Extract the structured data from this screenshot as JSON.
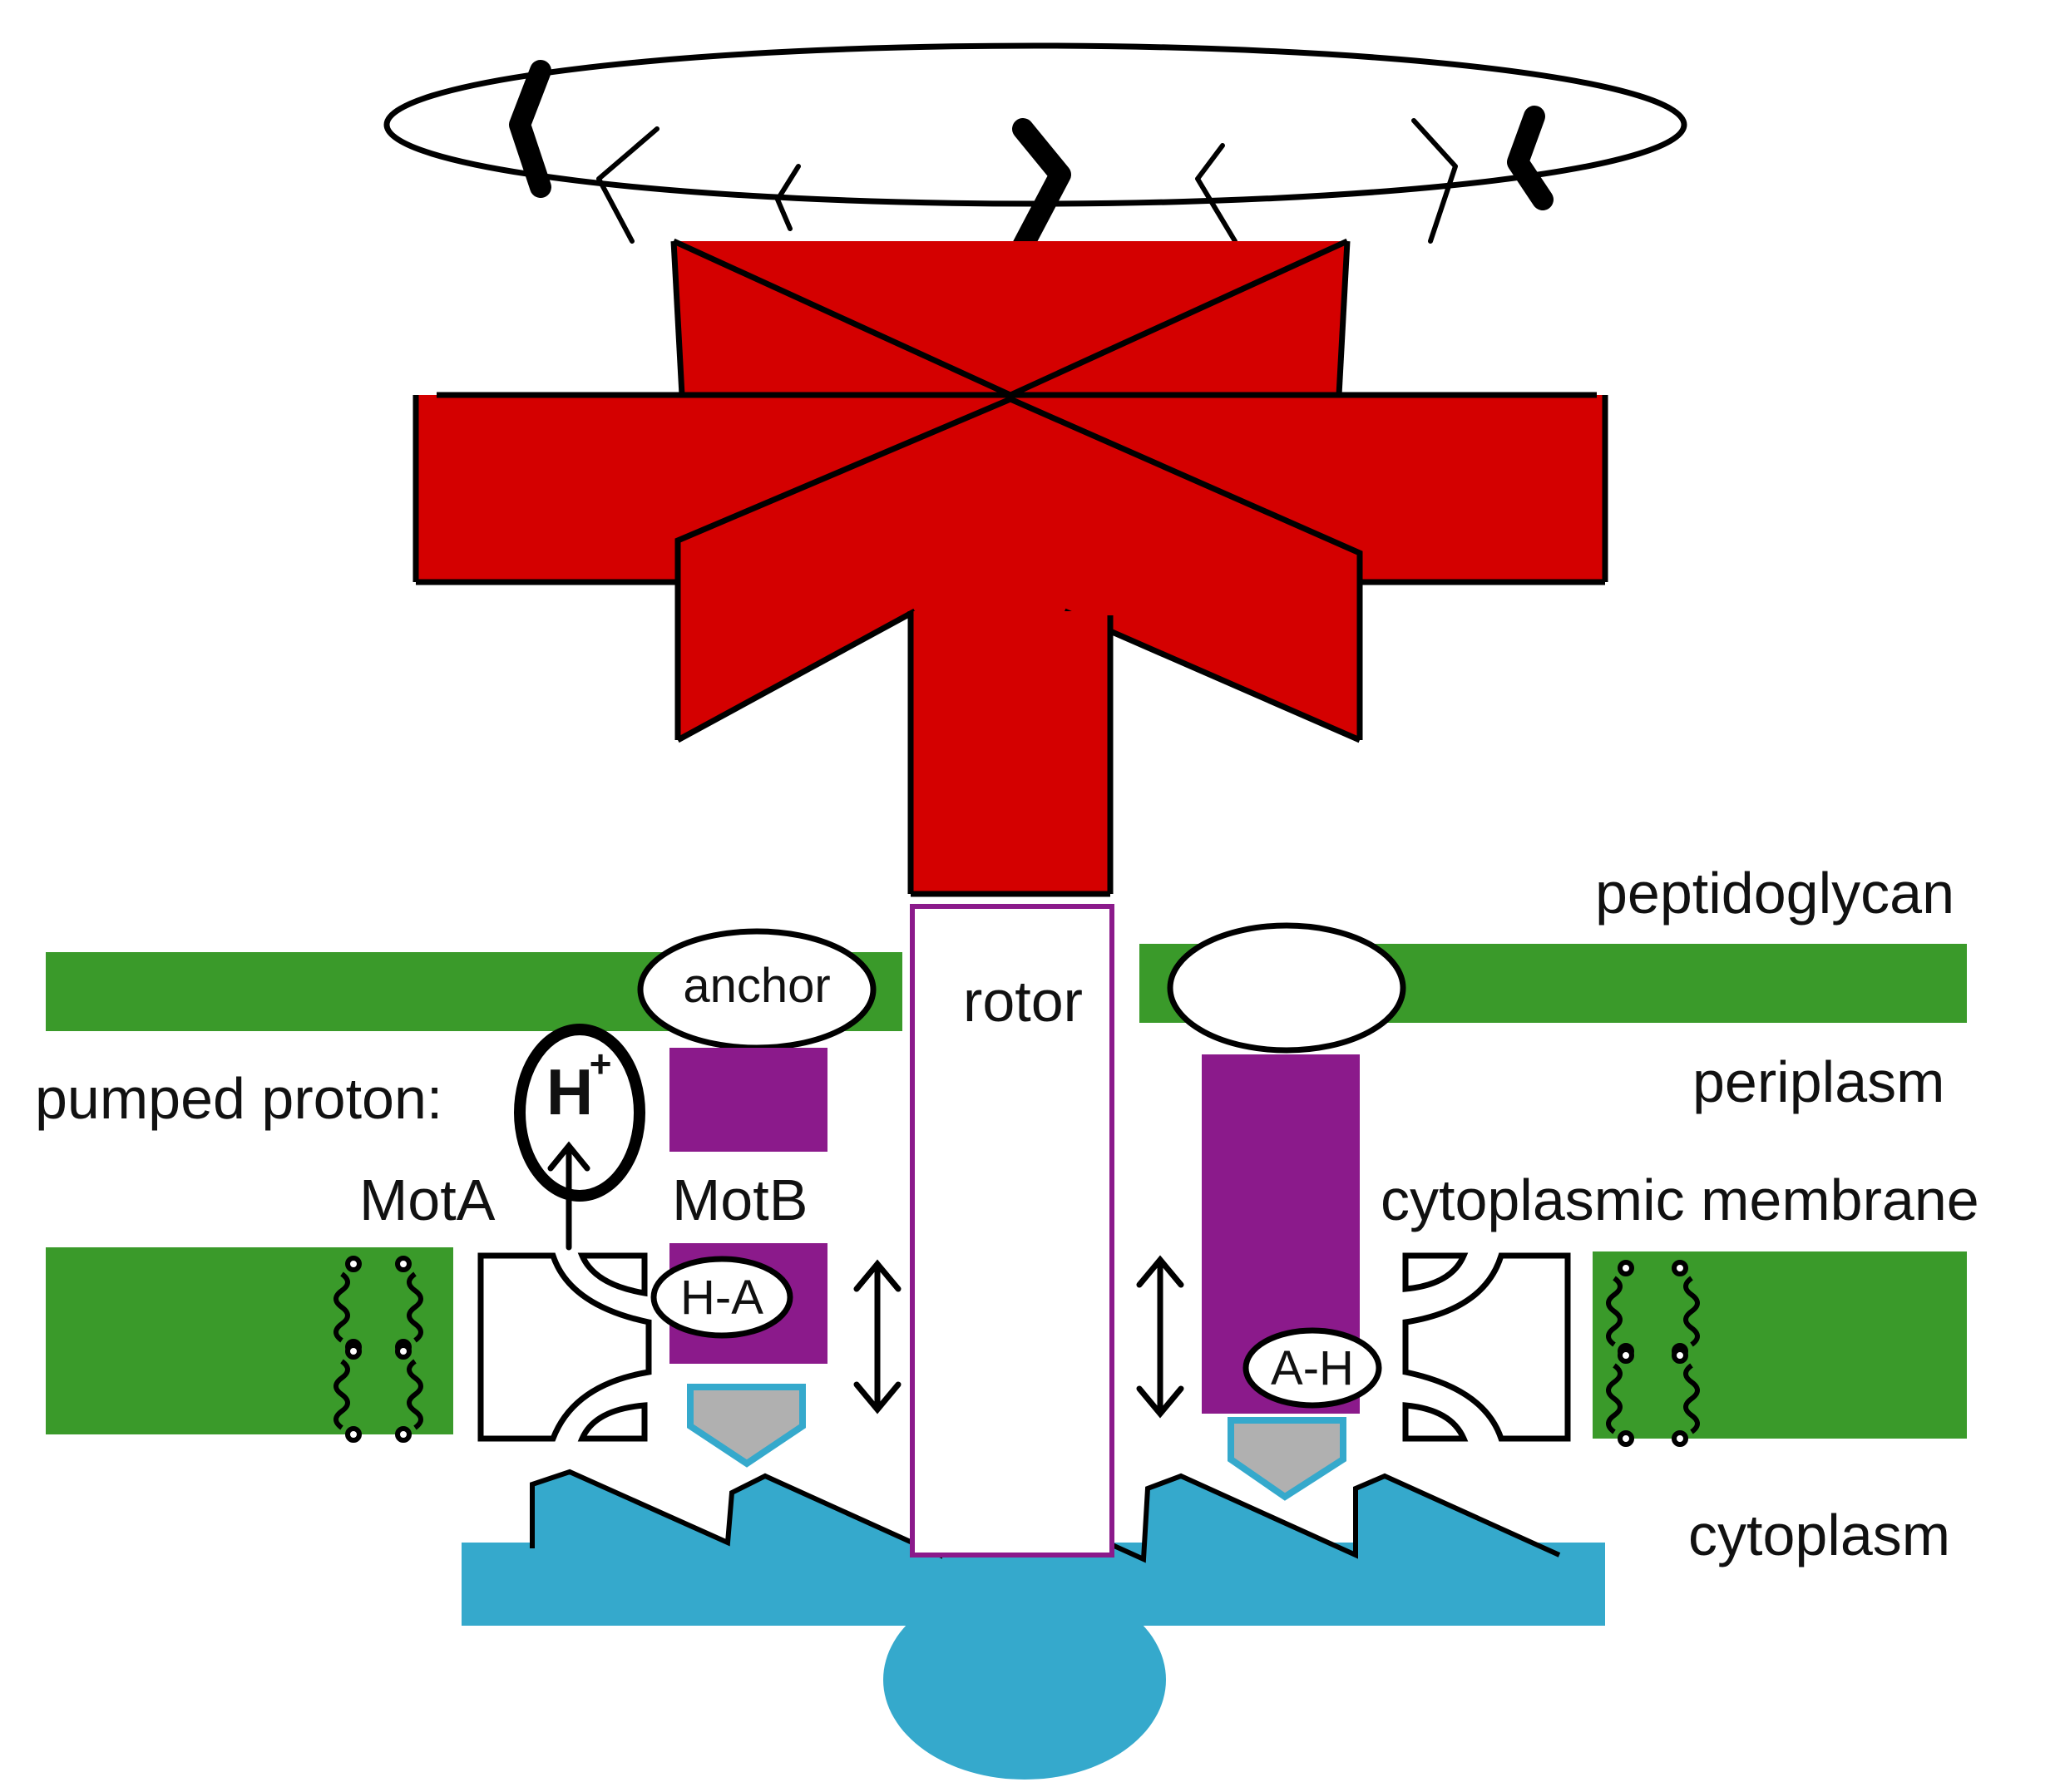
{
  "labels": {
    "peptidoglycan": "peptidoglycan",
    "periplasm": "periplasm",
    "cytoplasmic_membrane": "cytoplasmic membrane",
    "cytoplasm": "cytoplasm",
    "pumped_proton": "pumped proton:",
    "proton_symbol": "H",
    "proton_charge": "+",
    "mota": "MotA",
    "motb": "MotB",
    "anchor": "anchor",
    "rotor": "rotor",
    "h_a": "H-A",
    "a_h": "A-H"
  },
  "colors": {
    "flagellum_red": "#d40000",
    "membrane_green": "#3a9a2a",
    "motb_purple": "#8b1a8b",
    "rotor_outline_purple": "#8b1a8b",
    "rotor_base_blue": "#35a9cc",
    "pawl_grey": "#b0b0b0",
    "outline_black": "#000000"
  },
  "icons": [
    "proton-icon",
    "bidirectional-arrow-icon",
    "upward-arrow-icon",
    "lipid-coil-icon",
    "pawl-icon"
  ]
}
